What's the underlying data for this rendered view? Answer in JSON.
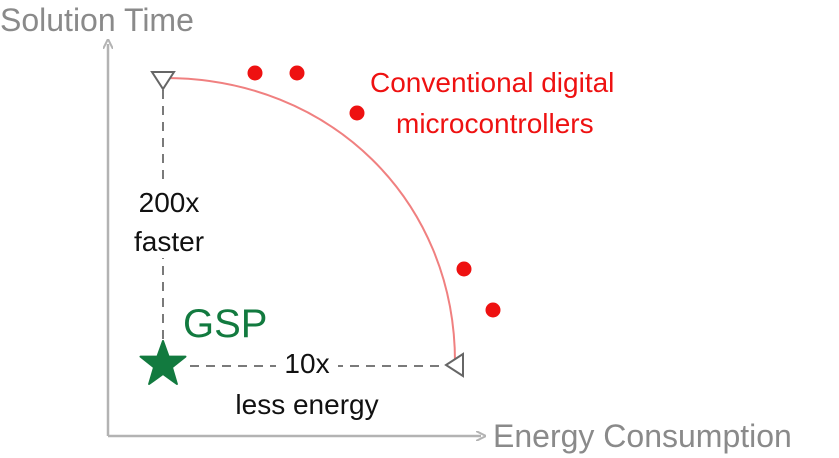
{
  "axes": {
    "y_label": "Solution Time",
    "x_label": "Energy Consumption"
  },
  "gsp": {
    "label": "GSP",
    "speedup_value": "200x",
    "speedup_text": "faster",
    "energy_value": "10x",
    "energy_text": "less energy"
  },
  "conventional": {
    "label_line1": "Conventional digital",
    "label_line2": "microcontrollers",
    "point_count": 5
  },
  "colors": {
    "axis": "#b3b3b3",
    "axis_text": "#8a8a8a",
    "dashed": "#7a7a7a",
    "marker": "#666666",
    "curve": "#f08080",
    "points": "#ee1111",
    "conventional_text": "#ee1111",
    "gsp": "#127a3f",
    "text": "#111111"
  }
}
